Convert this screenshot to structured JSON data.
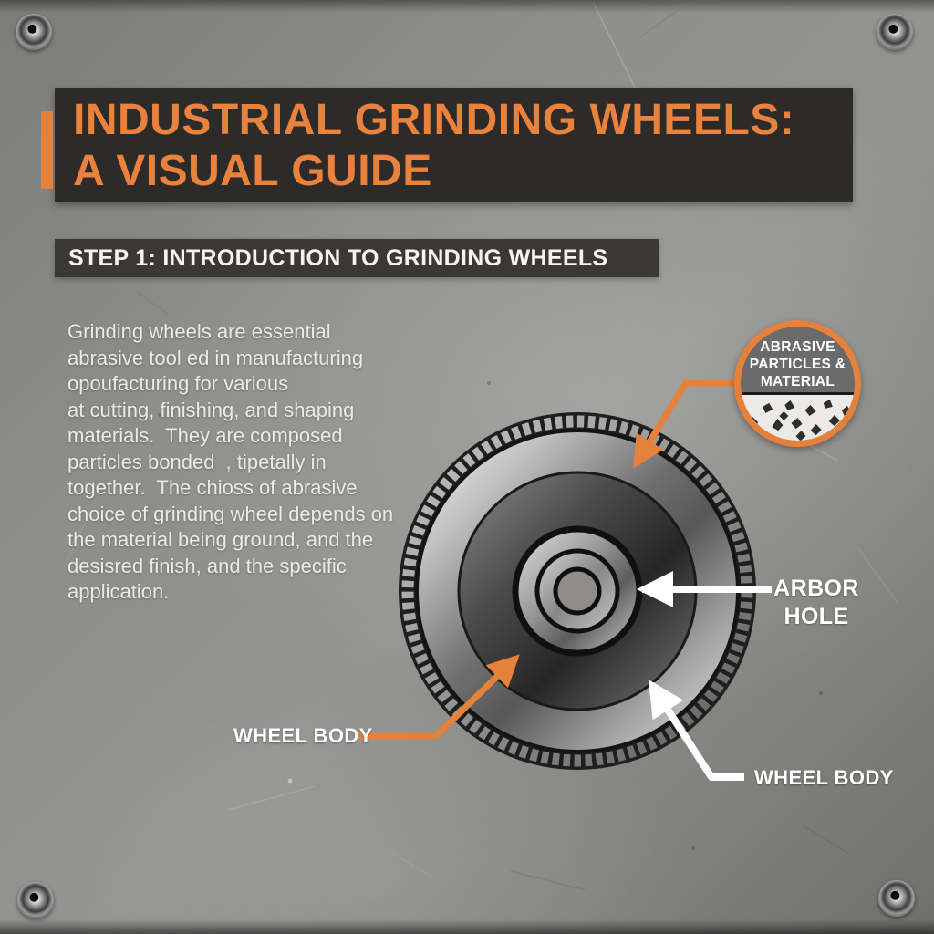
{
  "title": {
    "text": "INDUSTRIAL GRINDING WHEELS:\nA VISUAL GUIDE"
  },
  "step": {
    "label": "STEP 1: INTRODUCTION TO GRINDING WHEELS"
  },
  "intro": {
    "text": "Grinding wheels are essential\nabrasive tool ed in manufacturing\nopoufacturing for various\nat cutting, finishing, and shaping\nmaterials.  They are composed\nparticles bonded  , tipetally in\ntogether.  The chioss of abrasive\nchoice of grinding wheel depends on\nthe material being ground, and the\ndesisred finish, and the specific\napplication."
  },
  "diagram": {
    "abrasive_callout": {
      "label": "ABRASIVE\nPARTICLES &\nMATERIAL"
    },
    "arbor_hole_label": "ARBOR\nHOLE",
    "wheel_body_label_left": "WHEEL BODY",
    "wheel_body_label_right": "WHEEL BODY"
  },
  "colors": {
    "accent_orange": "#E5813A",
    "title_text_orange": "#E8823C",
    "banner_dark": "#2D2B2A",
    "step_banner_dark": "#3A3836",
    "text_light": "#ECEAE7",
    "label_white": "#FFFFFF"
  }
}
